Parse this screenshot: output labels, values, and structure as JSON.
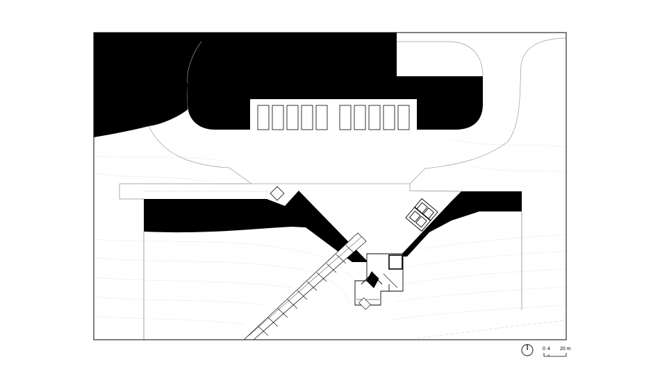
{
  "scale_bar": {
    "tick_0": "0",
    "tick_4": "4",
    "tick_20": "20 m"
  },
  "north_arrow": {
    "icon": "north-arrow-icon"
  },
  "colors": {
    "fill": "#000000",
    "line": "#000000",
    "light_line": "#bdbdbd",
    "background": "#ffffff"
  }
}
